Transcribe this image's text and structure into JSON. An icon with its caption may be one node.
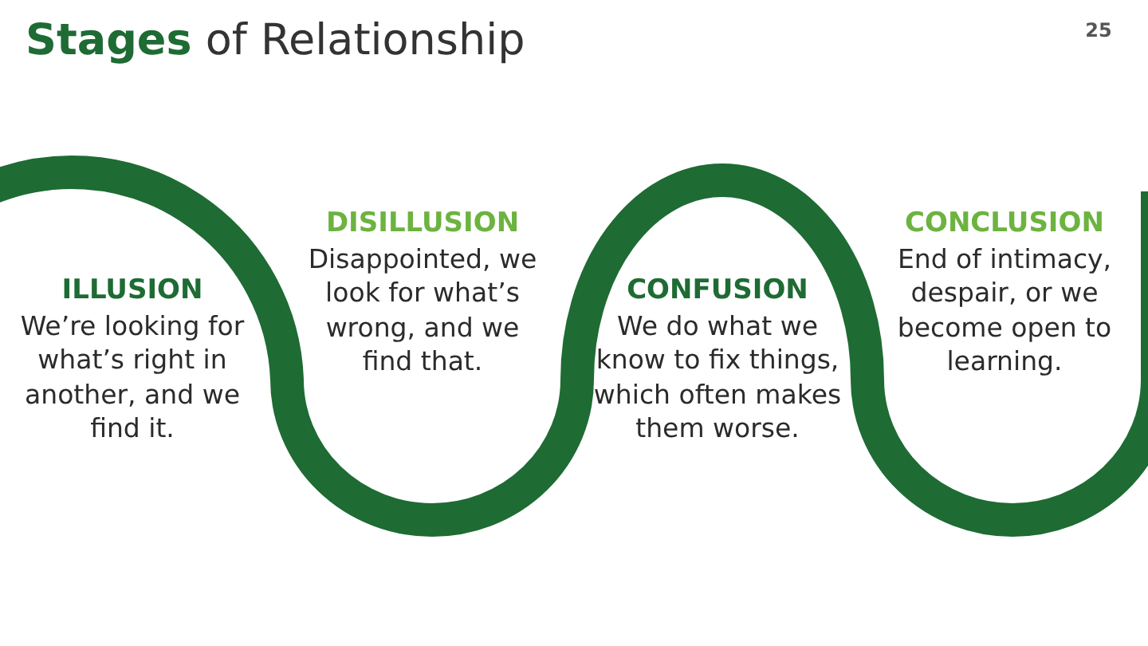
{
  "diagram": {
    "title": "**Stages** of Relationship",
    "labels": [
      "25",
      "ILLUSION",
      "We’re looking for what’s right in another, and we find it.",
      "DISILLUSION",
      "Disappointed, we look for what’s wrong, and we find that.",
      "CONFUSION",
      "We do what we know to fix things, which often makes them worse.",
      "CONCLUSION",
      "End of intimacy, despair, or we become open to learning."
    ]
  }
}
